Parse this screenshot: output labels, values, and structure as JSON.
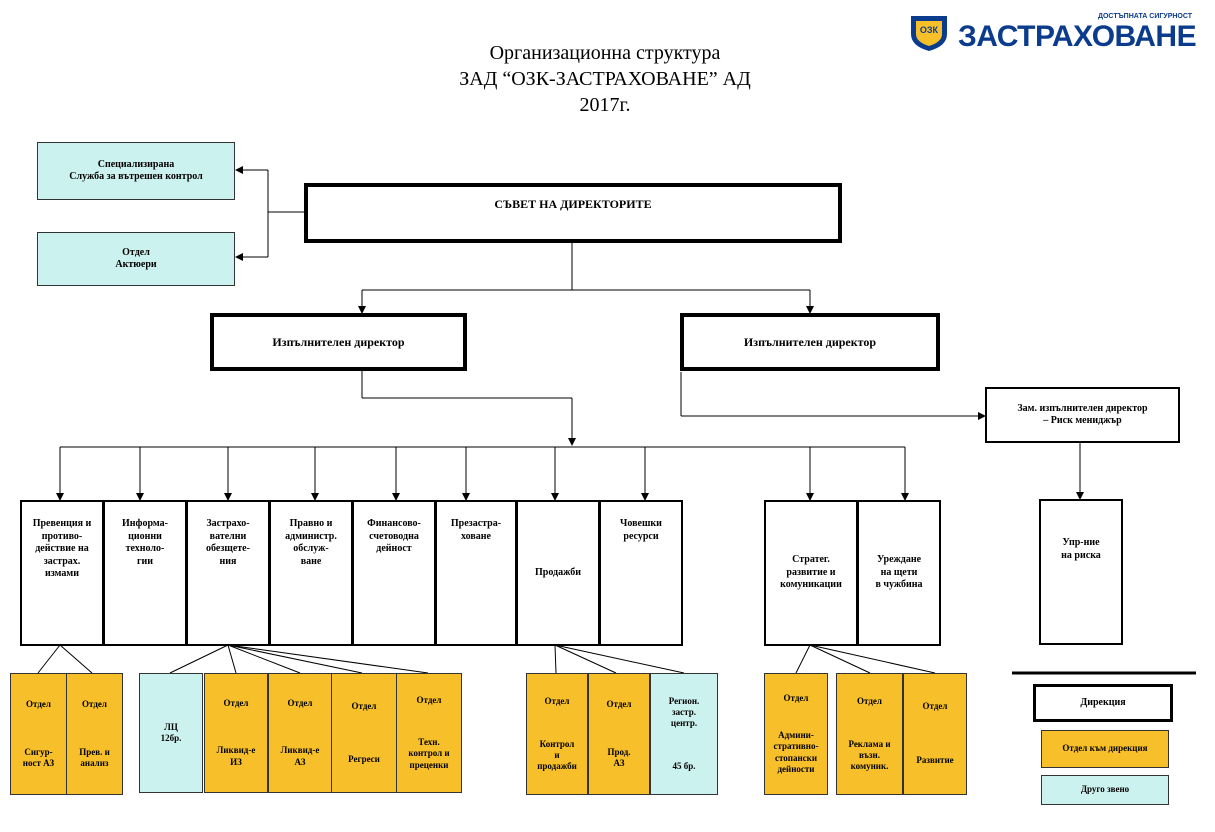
{
  "title": "Организационна структура\nЗАД “ОЗК-ЗАСТРАХОВАНЕ” АД\n2017г.",
  "logo": {
    "wordmark": "ЗАСТРАХОВАНЕ",
    "tagline": "ДОСТЪПНАТА СИГУРНОСТ",
    "badge": "ОЗК"
  },
  "colors": {
    "teal": "#ccf2ef",
    "orange": "#f7c02a",
    "brand": "#0b3b8c"
  },
  "board": "СЪВЕТ НА ДИРЕКТОРИТЕ",
  "control": "Специализирана\nСлужба за вътрешен контрол",
  "actuary": "Отдел\nАктюери",
  "exec1": "Изпълнителен директор",
  "exec2": "Изпълнителен директор",
  "deputy": "Зам. изпълнителен директор\n– Риск мениджър",
  "directorates": [
    "Превенция и\nпротиво-\nдействие на\nзастрах.\nизмами",
    "Информа-\nционни\nтехноло-\nгии",
    "Застрахо-\nвателни\nобезщете-\nния",
    "Правно и\nадминистр.\nобслуж-\nване",
    "Финансово-\nсчетоводна\nдейност",
    "Презастра-\nховане",
    "Продажби",
    "Човешки\nресурси",
    "Стратег.\nразвитие и\nкомуникации",
    "Уреждане\nна щети\nв чужбина",
    "Упр-ние\nна риска"
  ],
  "units": [
    {
      "t": "Отдел",
      "b": "Сигур-\nност АЗ"
    },
    {
      "t": "Отдел",
      "b": "Прев. и\nанализ"
    },
    {
      "t": "",
      "b": "ЛЦ\n12бр."
    },
    {
      "t": "Отдел",
      "b": "Ликвид-е\nИЗ"
    },
    {
      "t": "Отдел",
      "b": "Ликвид-е\nАЗ"
    },
    {
      "t": "Отдел",
      "b": "Регреси"
    },
    {
      "t": "Отдел",
      "b": "Техн.\nконтрол и\nпреценки"
    },
    {
      "t": "Отдел",
      "b": "Контрол\nи\nпродажби"
    },
    {
      "t": "Отдел",
      "b": "Прод.\nАЗ"
    },
    {
      "t": "Регион.\nзастр.\nцентр.",
      "b": "45 бр."
    },
    {
      "t": "Отдел",
      "b": "Админи-\nстративно-\nстопански\nдейности"
    },
    {
      "t": "Отдел",
      "b": "Реклама и\nвъзн.\nкомуник."
    },
    {
      "t": "Отдел",
      "b": "Развитие"
    }
  ],
  "legend": {
    "directorate": "Дирекция",
    "dept_unit": "Отдел към дирекция",
    "other": "Друго звено"
  }
}
